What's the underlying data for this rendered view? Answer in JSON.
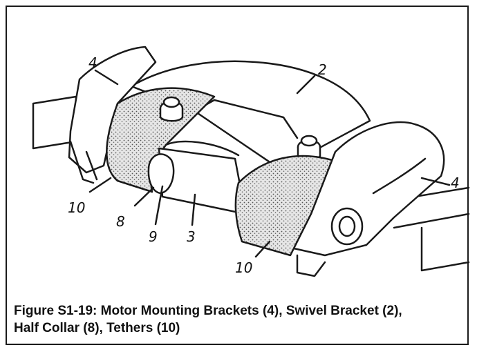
{
  "figure": {
    "caption_line1": "Figure S1-19: Motor Mounting Brackets (4), Swivel Bracket (2),",
    "caption_line2": "Half Collar (8), Tethers (10)"
  },
  "labels": {
    "motor_bracket_left": "4",
    "swivel_bracket": "2",
    "motor_bracket_right": "4",
    "tether_left": "10",
    "half_collar": "8",
    "pin": "9",
    "shaft": "3",
    "tether_right": "10"
  },
  "colors": {
    "ink": "#1a1a1a",
    "stipple": "#cfcfcf",
    "paper": "#ffffff"
  }
}
